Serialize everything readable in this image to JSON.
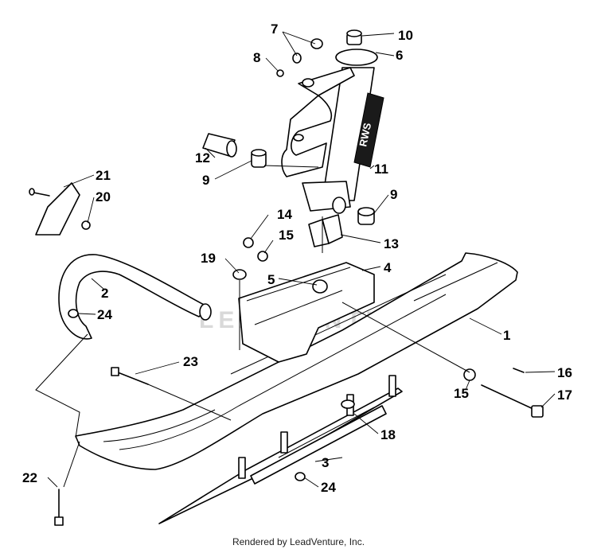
{
  "watermark": "LEADVENTURE",
  "decal_text": "RWS",
  "footer": "Rendered by LeadVenture, Inc.",
  "callouts": [
    "1",
    "2",
    "3",
    "4",
    "5",
    "6",
    "7",
    "8",
    "9",
    "9",
    "10",
    "11",
    "12",
    "13",
    "14",
    "15",
    "15",
    "16",
    "17",
    "18",
    "19",
    "20",
    "21",
    "22",
    "23",
    "24",
    "24"
  ]
}
